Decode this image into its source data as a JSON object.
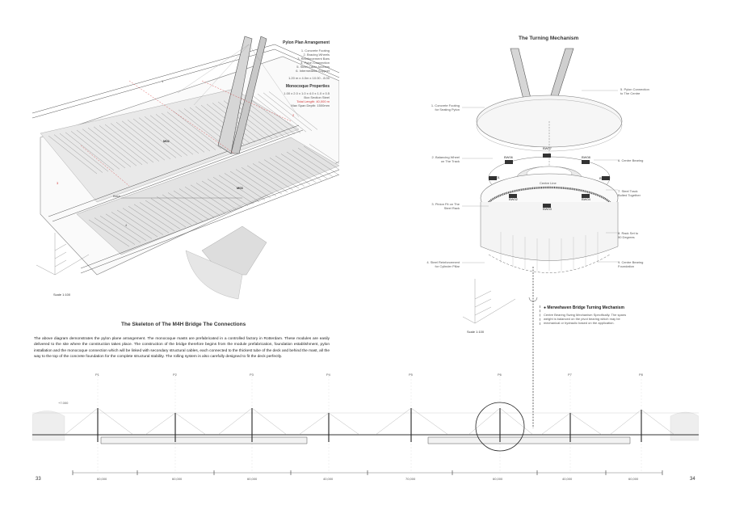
{
  "left_page": {
    "pylon_arrangement": {
      "heading": "Pylon Plan Arrangement",
      "items": [
        "1. Concrete Footing",
        "2. Bracing Wheels",
        "3. Reinforcement Bars",
        "4. Pylon Connection",
        "5. Steel Cable Anchors",
        "6. Intermediate Support"
      ],
      "dimensions": [
        "1.20 m x 4.0m x 10.00 - 8.00"
      ]
    },
    "monocoque": {
      "heading": "Monocoque Properties",
      "lines": [
        "1.00 x 2.0 x 1.0 x 4.0 x 1.0 x 0.5",
        "Box Section Steel"
      ],
      "red_line": "Total Length: 40,000 m",
      "last_line": "Max Span Depth: 1500mm"
    },
    "drawing_labels": {
      "n1": "1",
      "n2": "2",
      "n3": "3",
      "n4": "4",
      "m02": "M02",
      "m03": "M03",
      "base": "Base",
      "scale": "Scale 1:100"
    },
    "caption_title": "The Skeleton of The M4H Bridge The Connections",
    "caption_text": "The above diagram demonstrates the pylon plane arrangement. The monocoque masts are prefabricated in a controlled factory in Rotterdam. These modules are easily delivered to the site where the construction takes place. The construction of the bridge therefore begins from the module prefabrication, foundation establishment, pylon installation and the monocoque connection which will be linked with secondary structural cables, each connected to the thickest tube of the deck and behind the mast, all the way to the top of the concrete foundation for the complete structural stability. The rolling system is also carefully designed to fit the deck perfectly.",
    "page_number": "33"
  },
  "right_page": {
    "title": "The Turning Mechanism",
    "left_labels": [
      "1. Concrete Footing\nfor Seating Pylon",
      "2. Balancing Wheel\non The Track",
      "3. Pinion Fit on The\nSteel Rack",
      "4. Steel Reinforcement\nfor Cylinder Pillar"
    ],
    "right_labels": [
      "5. Pylon Connection\nto The Centre",
      "6. Centre Bearing",
      "7. Steel Track\nBolted Together",
      "8. Rack Set to\n90 Degrees",
      "9. Centre Bearing\nFoundation"
    ],
    "wheel_tags": [
      "BW07",
      "BW08",
      "BW06",
      "BW05",
      "BW01",
      "BW02",
      "BW04",
      "BW03"
    ],
    "centre_line": "Centre Line",
    "scale": "Scale 1:100",
    "note_title": "Merwehaven Bridge Turning Mechanism",
    "note_text": "Centre Bearing Swing Mechanism Specifically. The spans weight is balanced on the pivot bearing which may be mechanical or hydraulic based on the application.",
    "page_number": "34"
  },
  "elevation": {
    "pylons": [
      "P1",
      "P2",
      "P3",
      "P4",
      "P5",
      "P6",
      "P7",
      "P8"
    ],
    "spans": [
      "60,000",
      "60,000",
      "60,000",
      "40,000",
      "70,000",
      "60,000",
      "40,000",
      "60,000"
    ],
    "level": "+7.000"
  }
}
